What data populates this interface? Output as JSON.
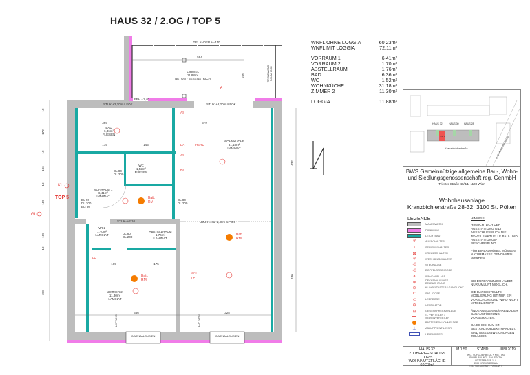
{
  "title": "HAUS 32 / 2.OG / TOP 5",
  "areas": {
    "summary": [
      {
        "label": "WNFL OHNE LOGGIA",
        "value": "60,23m²"
      },
      {
        "label": "WNFL MIT LOGGIA",
        "value": "72,11m²"
      }
    ],
    "rooms": [
      {
        "label": "VORRAUM 1",
        "value": "6,41m²"
      },
      {
        "label": "VORRAUM 2",
        "value": "1,70m²"
      },
      {
        "label": "ABSTELLRAUM",
        "value": "1,76m²"
      },
      {
        "label": "BAD",
        "value": "6,36m²"
      },
      {
        "label": "WC",
        "value": "1,52m²"
      },
      {
        "label": "WOHNKÜCHE",
        "value": "31,18m²"
      },
      {
        "label": "ZIMMER 2",
        "value": "11,30m²"
      }
    ],
    "loggia": {
      "label": "LOGGIA",
      "value": "11,88m²"
    }
  },
  "plan": {
    "railing": "GELÄNDER H=110",
    "loggia_width": "594",
    "loggia_name": "LOGGIA",
    "loggia_area": "11,88m²",
    "loggia_floor": "BETON - BESENSTRICH",
    "loggia_depth": "206",
    "partition": "TRENNWAND",
    "partition2": "RAUMHOCH",
    "fph": "FPH +1,40",
    "stuk1": "STUK +2,20m ü.FOK",
    "stuk2": "STUK +2,20m ü.FOK",
    "stuk3": "STUK=+2,10",
    "uzuk": "UZUK = ca. 2,40m ü.FOK",
    "bad_name": "BAD",
    "bad_area": "6,36m²",
    "bad_floor": "FLIESEN",
    "wc_name": "WC",
    "wc_area": "1,52m²",
    "wc_floor": "FLIESEN",
    "wk_name": "WOHNKÜCHE",
    "wk_area": "31,18m²",
    "wk_floor": "LAMINAT",
    "vr1_name": "VORRAUM 1",
    "vr1_area": "6,41m²",
    "vr1_floor": "LAMINAT",
    "vr2_name": "VR 2",
    "vr2_area": "1,70m²",
    "vr2_floor": "LAMINAT",
    "ab_name": "ABSTELLRAUM",
    "ab_area": "1,76m²",
    "ab_floor": "LAMINAT",
    "z2_name": "ZIMMER 2",
    "z2_area": "11,30m²",
    "z2_floor": "LAMINAT",
    "top_label": "TOP 5",
    "kl": "KL",
    "gl": "GL",
    "door_dl90": "DL 90",
    "door_dl200": "DL 200",
    "door_ei2": "EI2 30",
    "door_dl80": "DL 80",
    "batt": "Batt.",
    "rm": "RM",
    "innenjalousien": "INNENJALOUSIEN",
    "lueftung": "LÜFTUNG",
    "as": "AS",
    "da": "DA",
    "herd": "HERD",
    "ks": "KS",
    "sat": "SAT",
    "ld": "LD",
    "dims_left": [
      "10",
      "172",
      "10",
      "106",
      "10",
      "119",
      "100",
      "10",
      "318"
    ],
    "dims_right": [
      "432",
      "430"
    ],
    "dim_bad_w": "369",
    "dim_wk_w": "379",
    "dim_179": "179",
    "dim_143": "143",
    "dim_175": "175",
    "dim_169": "169",
    "dim_356": "356",
    "dim_328": "328"
  },
  "site": {
    "houses": [
      "HAUS 32",
      "HAUS 30",
      "HAUS 28"
    ],
    "top": "TOP 5",
    "street": "Kranzbichlerstraße",
    "street2": "B 20 Mariazeller Straße"
  },
  "client": {
    "line1": "BWS Gemeinnützige allgemeine Bau-, Wohn-",
    "line2": "und Siedlungsgenossenschaft reg. GenmbH",
    "address": "Triester Straße 40/3/1, 1100 Wien"
  },
  "project": {
    "line1": "Wohnhausanlage",
    "line2": "Kranzbichlerstraße 28-32, 3100 St. Pölten"
  },
  "legend": {
    "heading": "LEGENDE",
    "items": [
      {
        "label": "MAUERWERK",
        "icon": "wall-swatch",
        "color": "#bdbdbd"
      },
      {
        "label": "DÄMMUNG",
        "icon": "insulation-swatch",
        "color": "#f07ce8"
      },
      {
        "label": "LEICHTBAU",
        "icon": "lightweight-swatch",
        "color": "#19a9a3"
      },
      {
        "label": "AUSSCHALTER",
        "icon": "switch-icon"
      },
      {
        "label": "SERIENSCHALTER",
        "icon": "series-switch-icon"
      },
      {
        "label": "KREUZSCHALTER",
        "icon": "cross-switch-icon"
      },
      {
        "label": "WECHSELSCHALTER",
        "icon": "two-way-switch-icon"
      },
      {
        "label": "STECKDOSE",
        "icon": "socket-icon"
      },
      {
        "label": "DOPPELSTECKDOSE",
        "icon": "double-socket-icon"
      },
      {
        "label": "WANDAUSLASS",
        "icon": "wall-outlet-icon"
      },
      {
        "label": "DECKENAUSLASS BELEUCHTUNG",
        "icon": "ceiling-light-icon"
      },
      {
        "label": "KLINGELTASTER / GANGLICHT",
        "icon": "bell-icon"
      },
      {
        "label": "SAT - DOSE",
        "icon": "sat-icon"
      },
      {
        "label": "LEERDOSE",
        "icon": "empty-box-icon"
      },
      {
        "label": "VENTILATOR",
        "icon": "fan-icon"
      },
      {
        "label": "GEGENSPRECHANLAGE",
        "icon": "intercom-icon"
      },
      {
        "label": "E - VERTEILER / MEDIENVERTEILER",
        "icon": "distributor-icon"
      },
      {
        "label": "BATTERIERAUCHMELDER",
        "icon": "smoke-detector-icon"
      },
      {
        "label": "ABLUFTVENTILATOR",
        "icon": "exhaust-fan-icon"
      },
      {
        "label": "HEIZKÖRPER",
        "icon": "radiator-icon"
      }
    ]
  },
  "notes": {
    "heading": "HINWEIS:",
    "paragraphs": [
      "HINSICHTLICH DER AUSSTATTUNG GILT AUSSCHLIESSLICH DIE JEWEILS AKTUELLE BAU- UND AUSSTATTUNGS-BESCHREIBUNG.",
      "FÜR EINBAUMÖBEL MÜSSEN NATURMASSE GENOMMEN WERDEN.",
      "BEI DUNSTABZUGSHAUBEN NUR UMLUFT MÖGLICH.",
      "DIE DARGESTELLTE MÖBLIERUNG IST NUR EIN VORSCHLAG UND WIRD NICHT MITGELIEFERT.",
      "ÄNDERUNGEN WÄHREND DER BAUAUSFÜHRUNG VORBEHALTEN.",
      "DA ES SICH UM EIN BESTANDSOBJEKT HANDELT, SIND MASSABWEICHUNGEN ZULÄSSIG."
    ]
  },
  "footer": {
    "house": "HAUS 32",
    "floor": "2. OBERGESCHOSS",
    "top": "TOP 5",
    "wnfl": "WOHNNUTZFLÄCHE  60,23m²",
    "scale": "M 1:50",
    "stand_label": "STAND:",
    "stand": "JUNI 2019",
    "engineer": [
      "ING. SCHÖDERBECK + MG - OG",
      "BAUPLANUNG - BAUSTATIK",
      "UTZSTRASSE 11/1",
      "3500 KREMS/DONAU",
      "TEL. 02732/70697, FAX DW 4"
    ]
  }
}
